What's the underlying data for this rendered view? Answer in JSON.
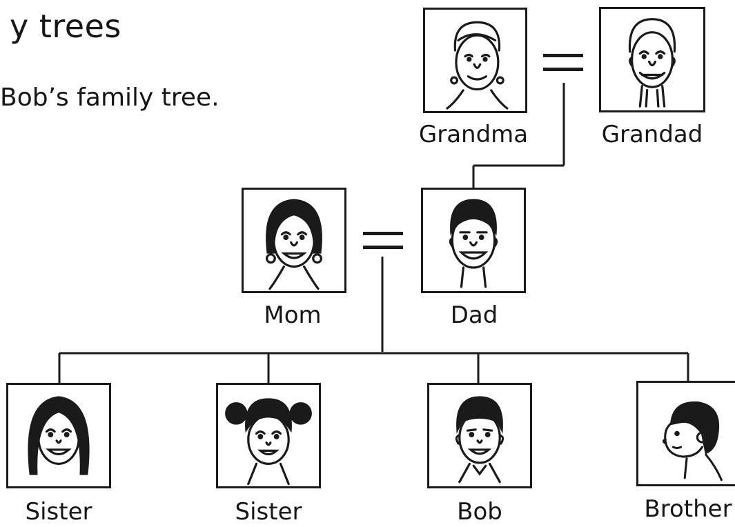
{
  "page": {
    "heading": "y trees",
    "subheading": "Bob’s family tree."
  },
  "members": {
    "grandma": {
      "label": "Grandma",
      "icon": "grandma-face-icon"
    },
    "grandad": {
      "label": "Grandad",
      "icon": "grandad-face-icon"
    },
    "mom": {
      "label": "Mom",
      "icon": "mom-face-icon"
    },
    "dad": {
      "label": "Dad",
      "icon": "dad-face-icon"
    },
    "sister1": {
      "label": "Sister",
      "icon": "sister-face-icon"
    },
    "sister2": {
      "label": "Sister",
      "icon": "sister-pigtails-face-icon"
    },
    "bob": {
      "label": "Bob",
      "icon": "boy-face-icon"
    },
    "brother": {
      "label": "Brother",
      "icon": "baby-face-icon"
    }
  },
  "colors": {
    "ink": "#1a1a1a",
    "background": "#ffffff"
  }
}
